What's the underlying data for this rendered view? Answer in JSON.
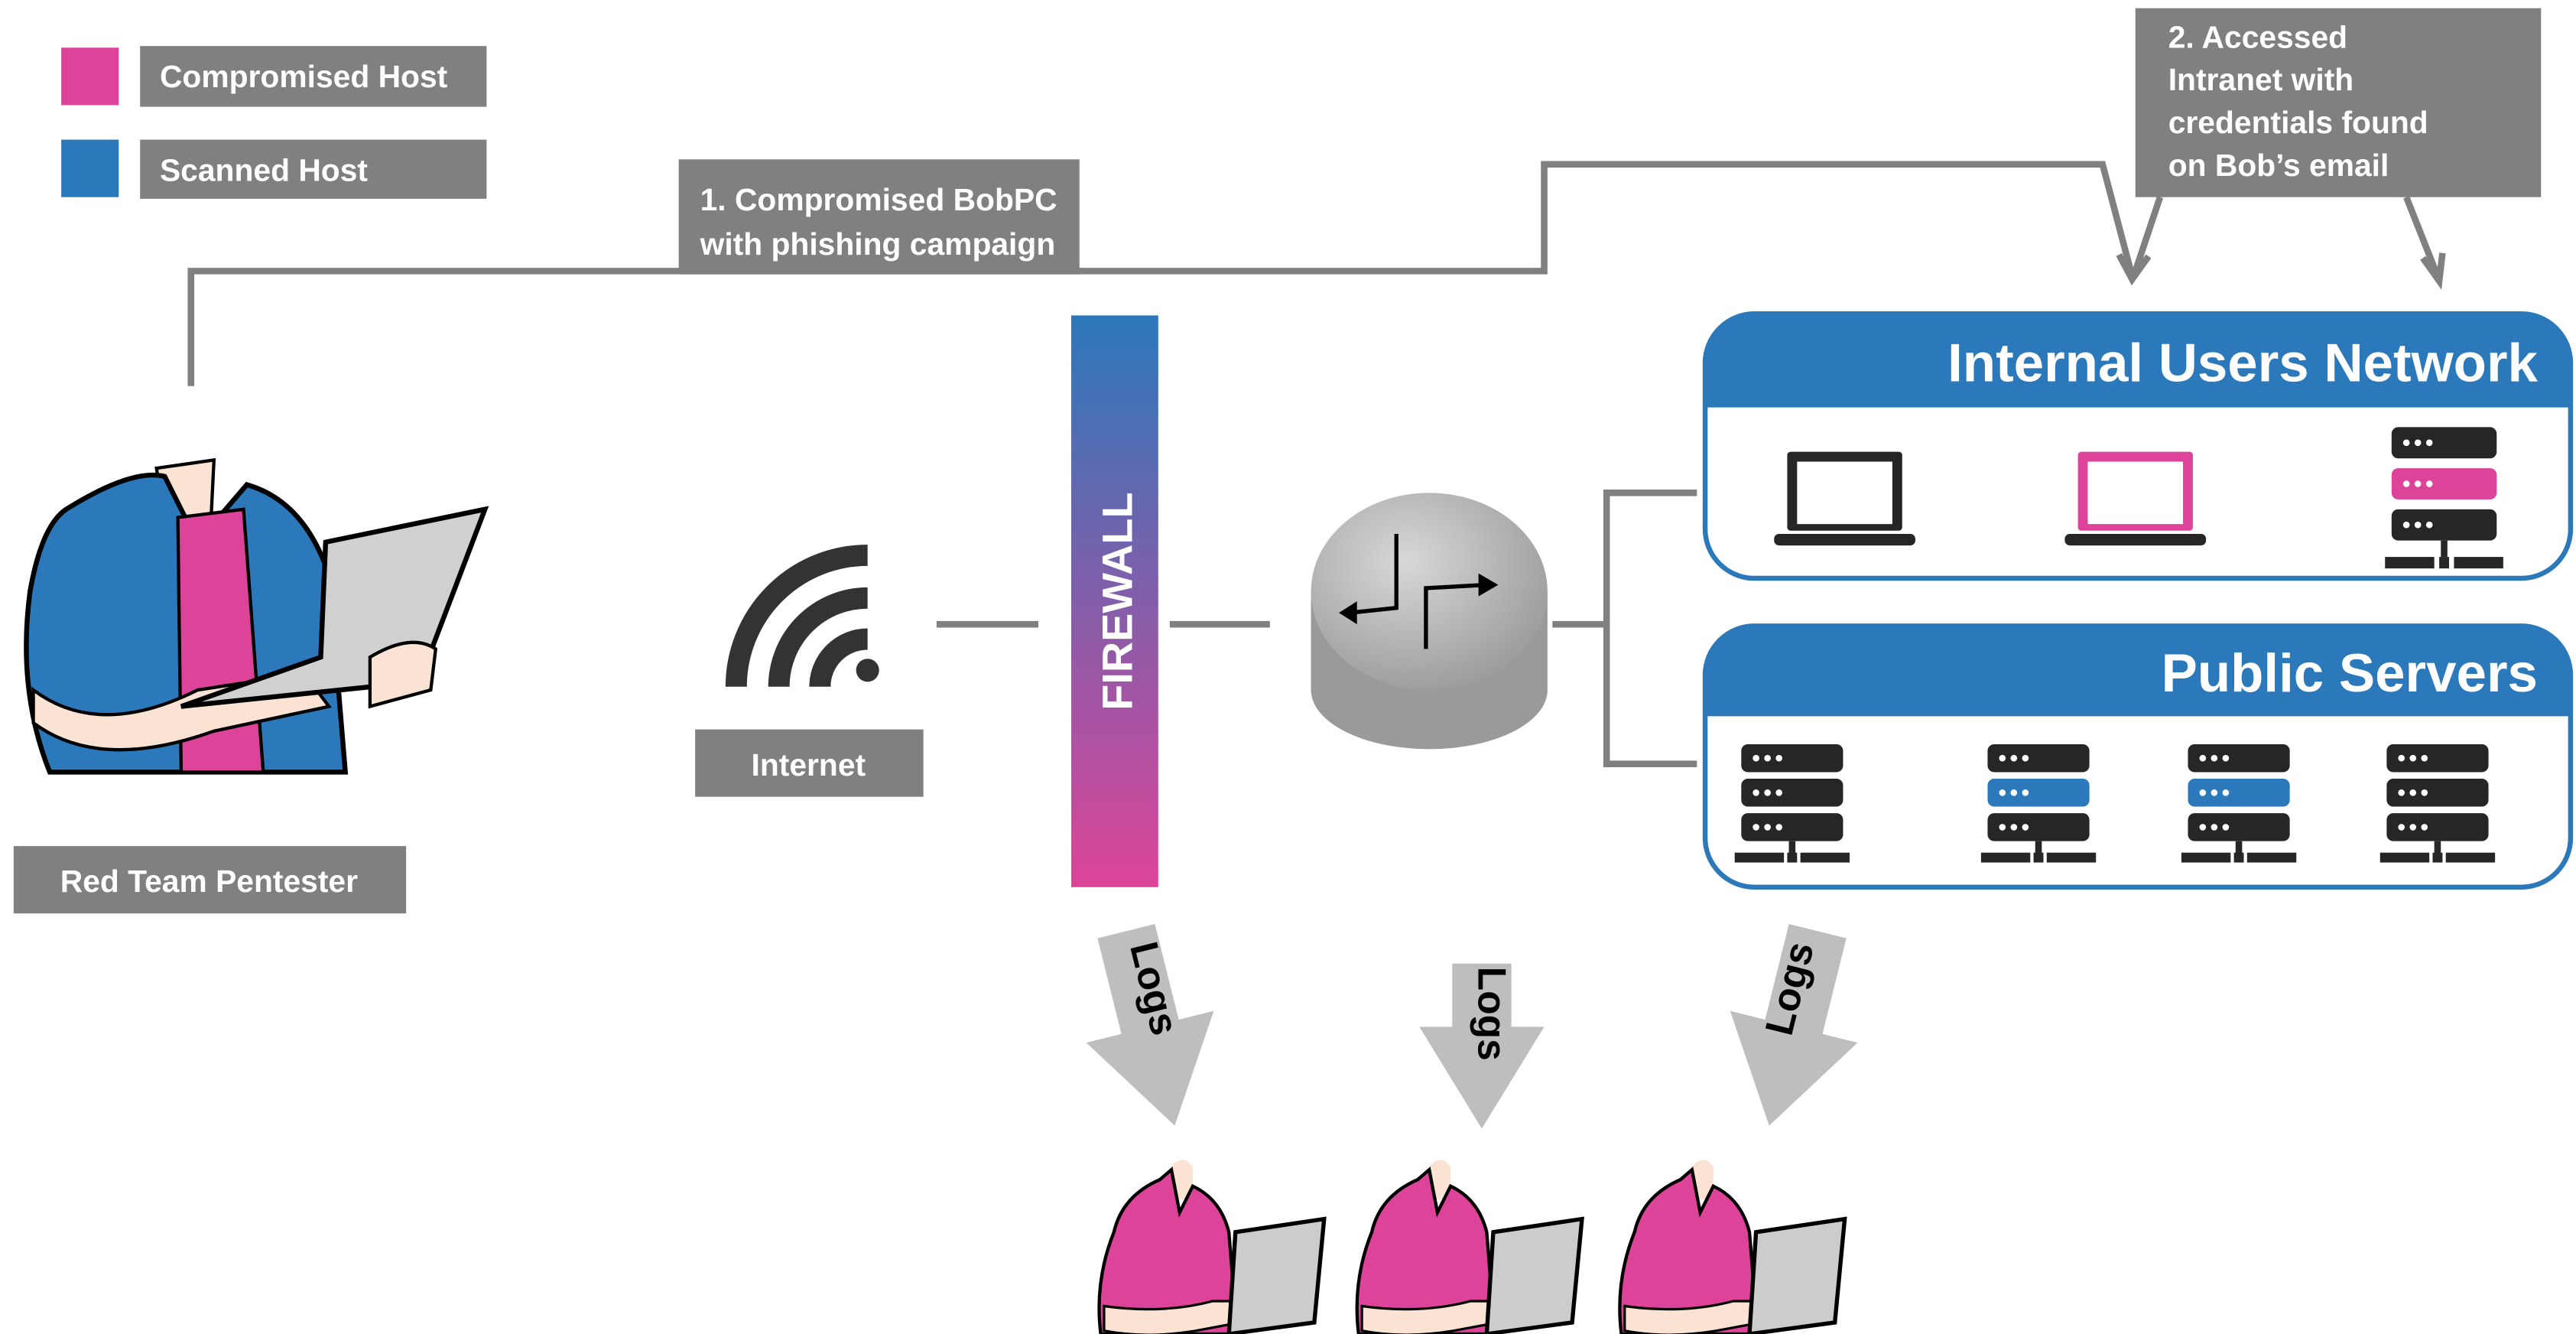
{
  "colors": {
    "compromised": "#DD4499",
    "scanned": "#2B78BA",
    "label_bg": "#808080",
    "device": "#262626",
    "logs_arrow": "#BEBEBE"
  },
  "legend": [
    {
      "label": "Compromised Host",
      "color": "#DD4499"
    },
    {
      "label": "Scanned Host",
      "color": "#2B78BA"
    }
  ],
  "steps": {
    "step1": [
      "1. Compromised BobPC",
      "with phishing campaign"
    ],
    "step2": [
      "2. Accessed",
      "Intranet with",
      "credentials found",
      "on Bob’s email"
    ]
  },
  "nodes": {
    "pentester": "Red Team Pentester",
    "internet": "Internet",
    "firewall": "FIREWALL",
    "internal_network": {
      "title": "Internal Users Network",
      "devices": [
        {
          "type": "laptop-icon",
          "status": "normal"
        },
        {
          "type": "laptop-icon",
          "status": "compromised"
        },
        {
          "type": "server-icon",
          "status": "compromised"
        }
      ]
    },
    "public_servers": {
      "title": "Public Servers",
      "devices": [
        {
          "type": "server-icon",
          "status": "normal"
        },
        {
          "type": "server-icon",
          "status": "scanned"
        },
        {
          "type": "server-icon",
          "status": "scanned"
        },
        {
          "type": "server-icon",
          "status": "normal"
        }
      ]
    }
  },
  "logs": [
    "Logs",
    "Logs",
    "Logs"
  ]
}
